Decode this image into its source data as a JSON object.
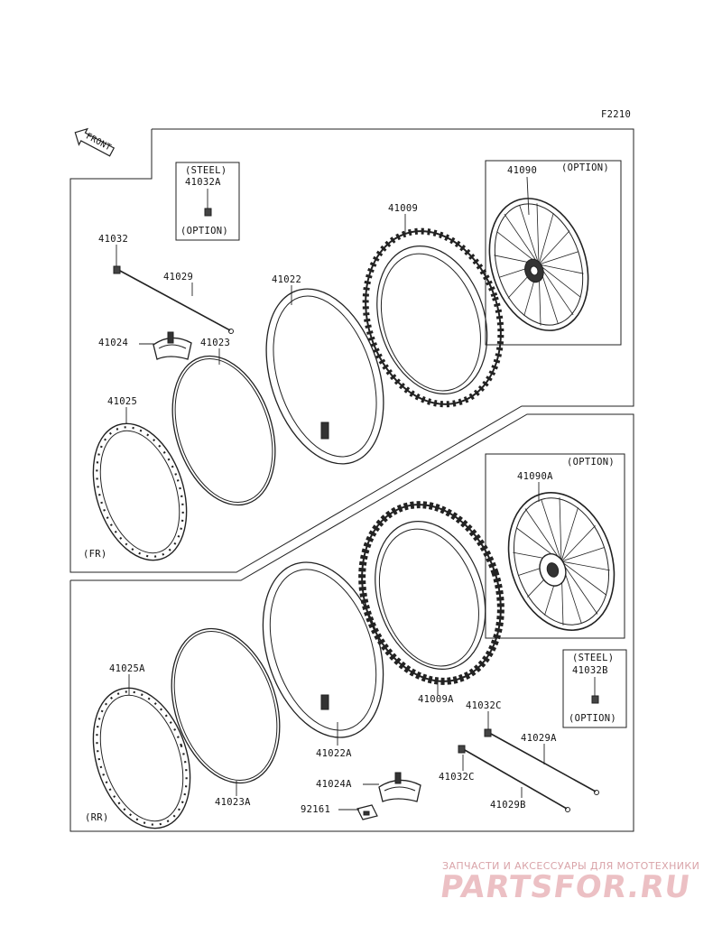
{
  "figure_code": "F2210",
  "front_arrow_label": "FRONT",
  "sections": {
    "front": "(FR)",
    "rear": "(RR)"
  },
  "boxes": {
    "steel_front": {
      "title": "(STEEL)",
      "part": "41032A",
      "note": "(OPTION)"
    },
    "steel_rear": {
      "title": "(STEEL)",
      "part": "41032B",
      "note": "(OPTION)"
    },
    "wheel_front": {
      "note": "(OPTION)",
      "part": "41090"
    },
    "wheel_rear": {
      "note": "(OPTION)",
      "part": "41090A"
    }
  },
  "parts_front": {
    "tire": "41009",
    "tube": "41022",
    "rim_band": "41023",
    "rim": "41025",
    "rim_lock": "41024",
    "spoke": "41029",
    "nipple": "41032"
  },
  "parts_rear": {
    "tire": "41009A",
    "tube": "41022A",
    "rim_band": "41023A",
    "rim": "41025A",
    "rim_lock": "41024A",
    "spoke_a": "41029A",
    "spoke_b": "41029B",
    "nipple_a": "41032C",
    "nipple_b": "41032C",
    "balancer": "92161"
  },
  "watermark": {
    "caption": "ЗАПЧАСТИ И АКСЕССУАРЫ ДЛЯ МОТОТЕХНИКИ",
    "logo": "PARTSFOR.RU"
  }
}
